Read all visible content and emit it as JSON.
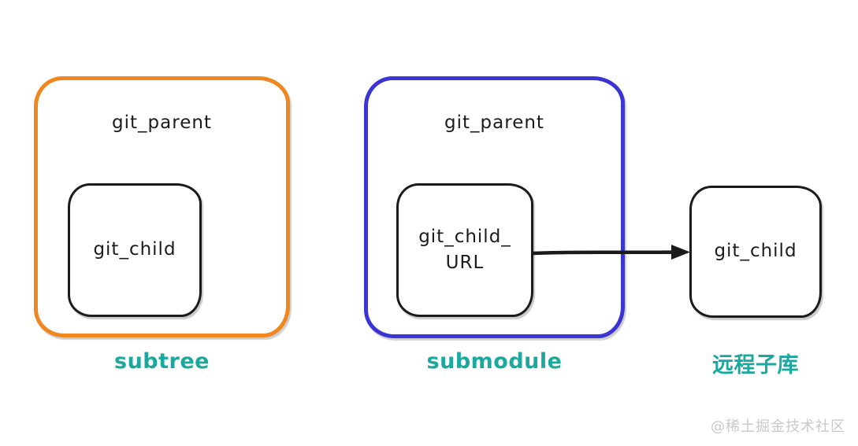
{
  "diagram": {
    "subtree": {
      "parent_label": "git_parent",
      "child_label": "git_child",
      "caption": "subtree",
      "border_color": "#F0871E"
    },
    "submodule": {
      "parent_label": "git_parent",
      "child_label_line1": "git_child_",
      "child_label_line2": "URL",
      "caption": "submodule",
      "border_color": "#3B35D4"
    },
    "remote": {
      "label": "git_child",
      "caption": "远程子库"
    },
    "caption_color": "#1BA89F",
    "line_color": "#1b1b1b"
  },
  "watermark": "@稀土掘金技术社区"
}
